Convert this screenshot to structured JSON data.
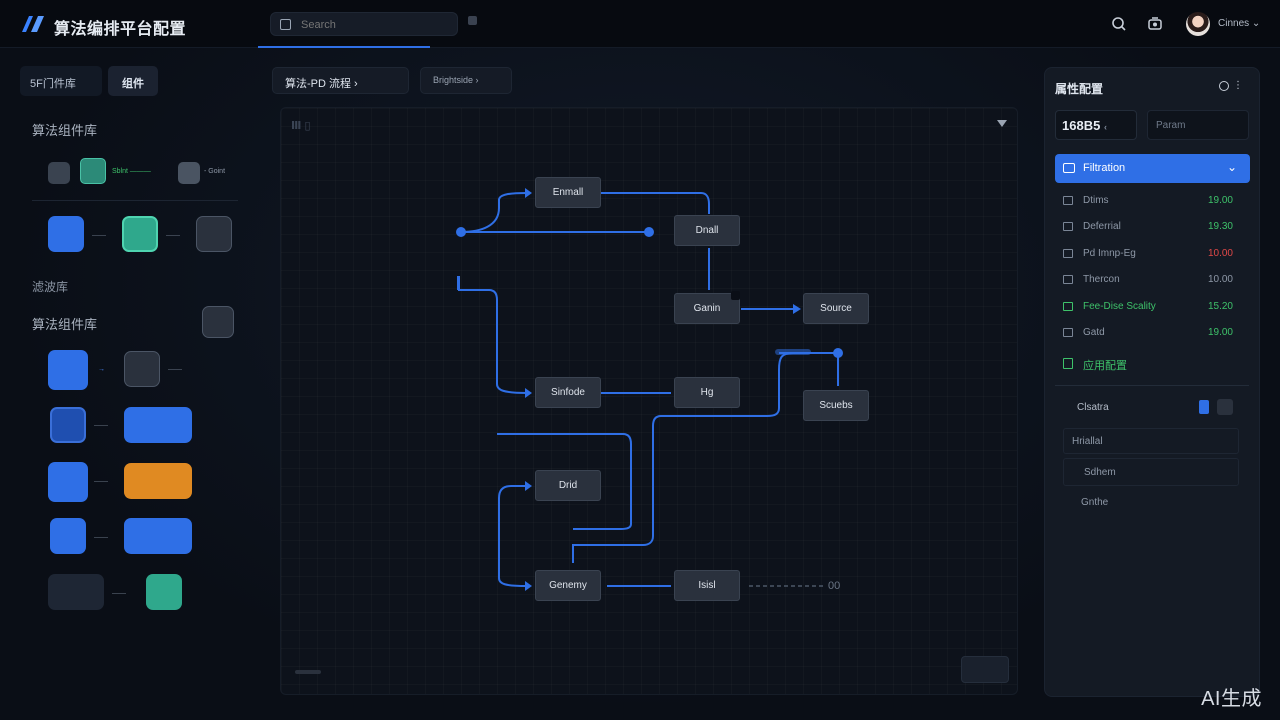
{
  "app": {
    "title": "算法编排平台配置"
  },
  "search": {
    "placeholder": "Search"
  },
  "header": {
    "user_name": "Cinnes"
  },
  "left_panel": {
    "tabs": [
      "5F门件库",
      "组件"
    ],
    "section1_title": "算法组件库",
    "top_row": {
      "left_label": "Sblnt",
      "right_label": "Goint"
    },
    "subtitle": "滤波库",
    "section2_title": "算法组件库"
  },
  "toolbar": {
    "pipeline_select": "算法-PD 流程",
    "secondary_select": "Brightside"
  },
  "canvas": {
    "corner_label": "Ⅲ ▯",
    "endpoint_label": "00",
    "nodes": [
      {
        "id": "n1",
        "label": "Enmall"
      },
      {
        "id": "n2",
        "label": "Dnall"
      },
      {
        "id": "n3",
        "label": "Ganin"
      },
      {
        "id": "n4",
        "label": "Source"
      },
      {
        "id": "n5",
        "label": "Sinfode"
      },
      {
        "id": "n6",
        "label": "Hg"
      },
      {
        "id": "n7",
        "label": "Scuebs"
      },
      {
        "id": "n8",
        "label": "Drid"
      },
      {
        "id": "n9",
        "label": "Genemy"
      },
      {
        "id": "n10",
        "label": "Isisl"
      }
    ]
  },
  "right_panel": {
    "title": "属性配置",
    "value_box": "168B5",
    "param_box": "Param",
    "dropdown_label": "Filtration",
    "rows": [
      {
        "label": "Dtims",
        "value": "19.00",
        "color": "#3ec26a"
      },
      {
        "label": "Deferrial",
        "value": "19.30",
        "color": "#3ec26a"
      },
      {
        "label": "Pd Imnp-Eg",
        "value": "10.00",
        "color": "#e04848"
      },
      {
        "label": "Thercon",
        "value": "10.00",
        "color": "#8e98a7"
      },
      {
        "label": "Fee-Dise Scality",
        "value": "15.20",
        "color": "#3ec26a"
      },
      {
        "label": "Gatd",
        "value": "19.00",
        "color": "#3ec26a"
      }
    ],
    "link_label": "应用配置",
    "group_title": "Clsatra",
    "group_items": [
      "Hriallal",
      "Sdhem",
      "Gnthe"
    ]
  },
  "watermark": "AI生成",
  "colors": {
    "accent": "#2f6fe6",
    "green": "#3ec26a",
    "red": "#e04848",
    "teal": "#2fa88c",
    "orange": "#e08a22"
  }
}
